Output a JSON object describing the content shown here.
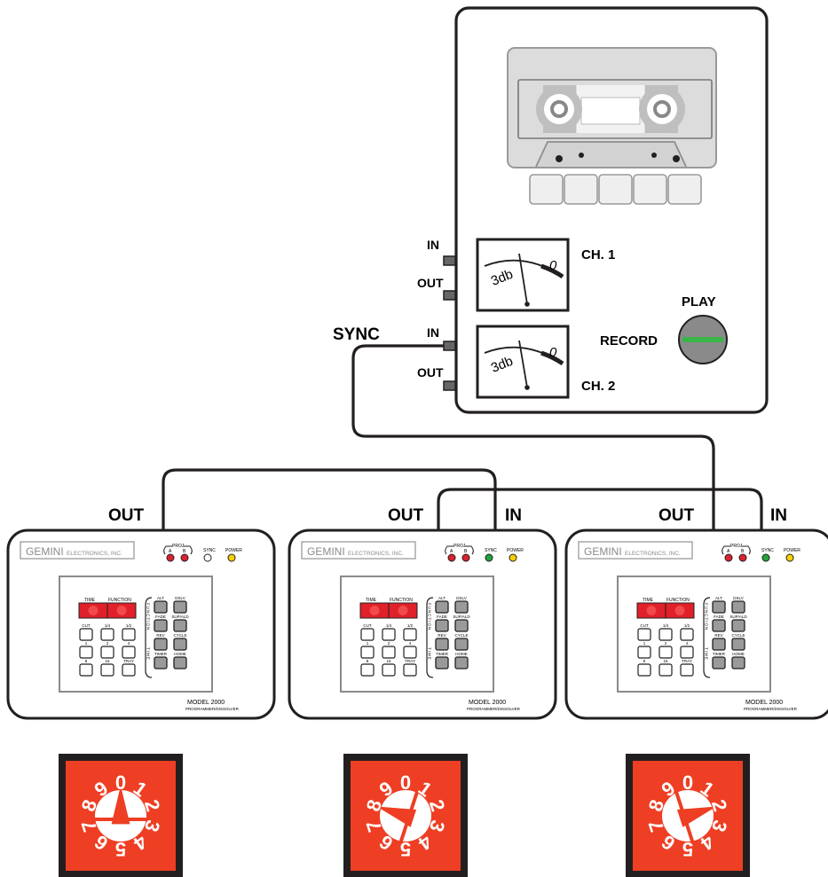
{
  "deck": {
    "ch1": "CH. 1",
    "ch2": "CH. 2",
    "meter_scale_left": "3db",
    "meter_scale_right": "0",
    "play": "PLAY",
    "record": "RECORD",
    "jack_in": "IN",
    "jack_out": "OUT",
    "sync": "SYNC"
  },
  "cabling": {
    "out": "OUT",
    "in": "IN"
  },
  "controller": {
    "brand": "GEMINI",
    "brand_suffix": "ELECTRONICS, INC.",
    "proj": "PROJ",
    "proj_a": "A",
    "proj_b": "B",
    "sync": "SYNC",
    "power": "POWER",
    "time": "TIME",
    "function": "FUNCTION",
    "key_labels": [
      "CUT",
      "1/4",
      "1/2",
      "1",
      "2",
      "4",
      "8",
      "16",
      "TRAY"
    ],
    "func_labels": [
      "ALT",
      "DSLV",
      "FADE",
      "SUP/ALD",
      "REV",
      "CYCLE",
      "TIMER",
      "HOME"
    ],
    "function_vertical": "FUNCTION",
    "time_vertical": "TIME",
    "model": "MODEL 2000",
    "model_sub": "PROGRAMMER/DISSOLVER",
    "units": [
      {
        "sync_led": "#ffffff"
      },
      {
        "sync_led": "#21a33a"
      },
      {
        "sync_led": "#21a33a"
      }
    ]
  },
  "dials": {
    "digits": [
      "0",
      "1",
      "2",
      "3",
      "4",
      "5",
      "6",
      "7",
      "8",
      "9"
    ],
    "face_color": "#ee3e23",
    "settings": [
      0,
      8,
      2
    ]
  },
  "colors": {
    "led_red": "#d9232e",
    "led_yellow": "#f5d000",
    "display_red": "#e0202a",
    "record_stripe": "#39b54a",
    "cassette": "#d9d9d9"
  }
}
